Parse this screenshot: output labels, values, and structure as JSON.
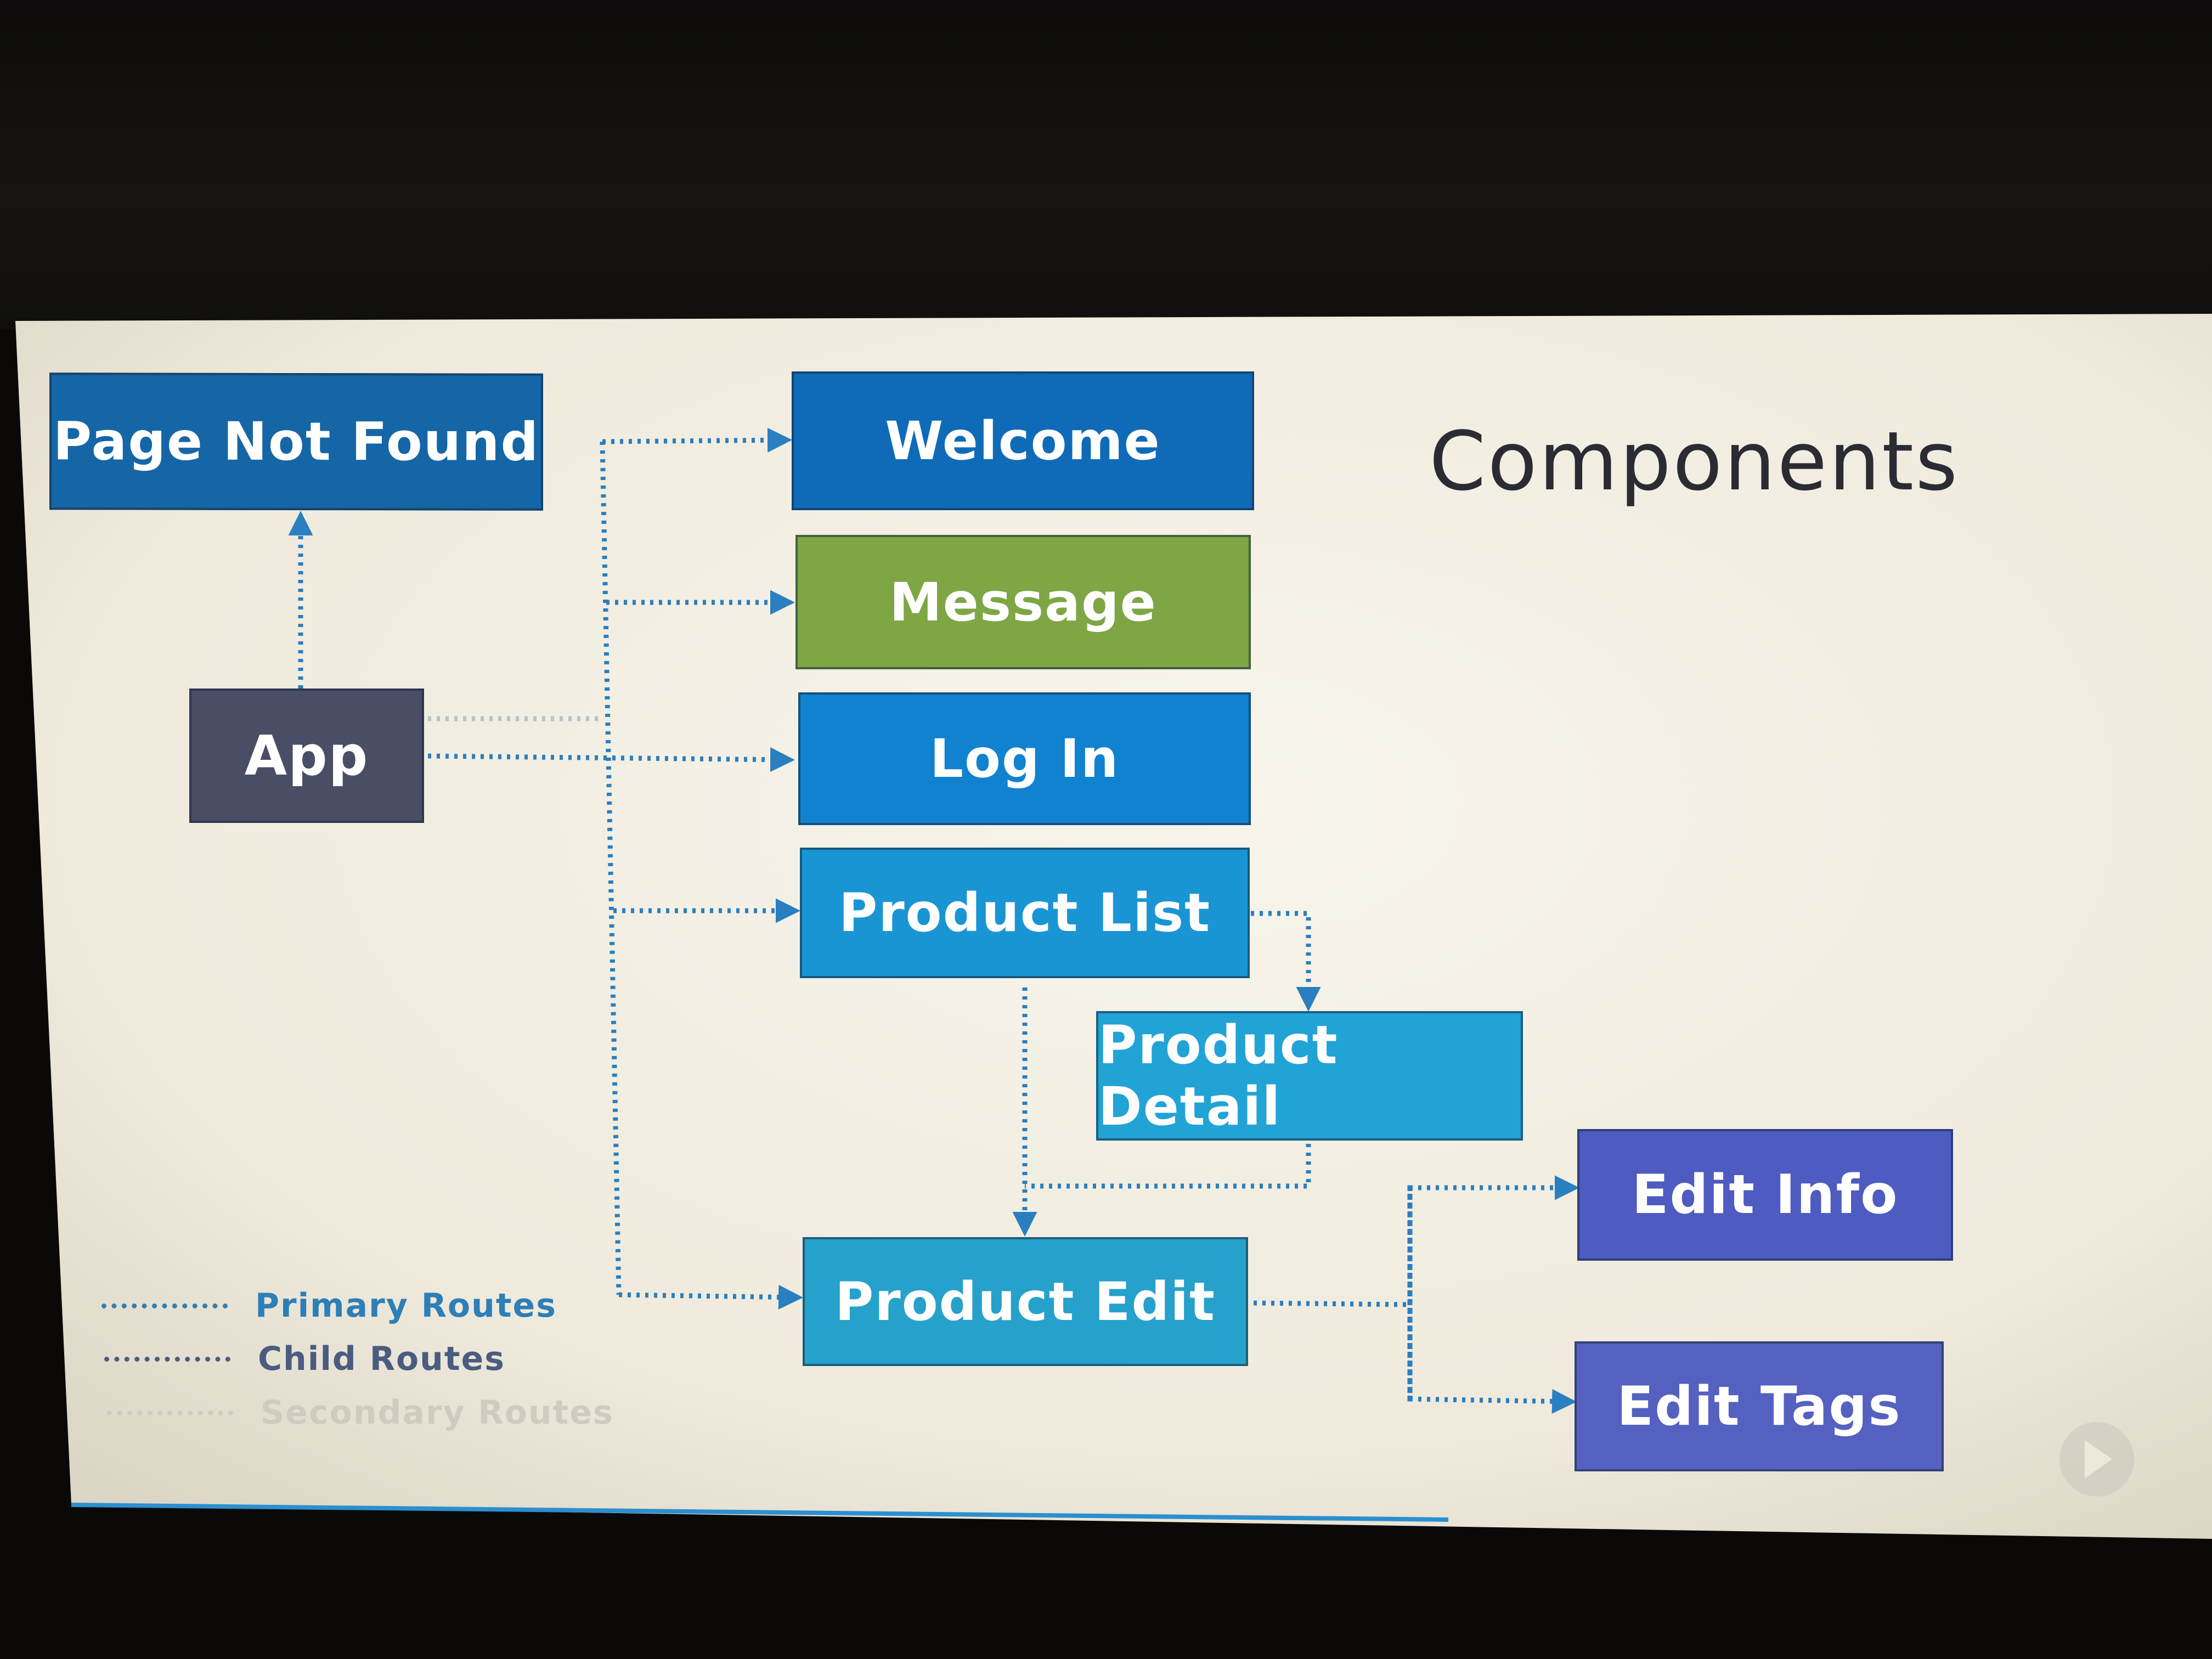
{
  "slide": {
    "title": "Components",
    "background": "#f3efe3"
  },
  "boxes": {
    "page_not_found": {
      "label": "Page Not Found",
      "color": "#1566a6"
    },
    "app": {
      "label": "App",
      "color": "#4a4d66"
    },
    "welcome": {
      "label": "Welcome",
      "color": "#0f6bb8"
    },
    "message": {
      "label": "Message",
      "color": "#7ea645"
    },
    "log_in": {
      "label": "Log In",
      "color": "#1182cf"
    },
    "product_list": {
      "label": "Product List",
      "color": "#1a95d4"
    },
    "product_detail": {
      "label": "Product Detail",
      "color": "#22a3d6"
    },
    "product_edit": {
      "label": "Product Edit",
      "color": "#26a1cc"
    },
    "edit_info": {
      "label": "Edit Info",
      "color": "#4e5bc0"
    },
    "edit_tags": {
      "label": "Edit Tags",
      "color": "#5561c0"
    }
  },
  "legend": {
    "primary": {
      "label": "Primary Routes",
      "color": "#2d7fb8"
    },
    "child": {
      "label": "Child Routes",
      "color": "#4a5d80"
    },
    "secondary": {
      "label": "Secondary Routes",
      "color": "#cfcbbf"
    }
  },
  "connector_color": "#2a7fc0"
}
